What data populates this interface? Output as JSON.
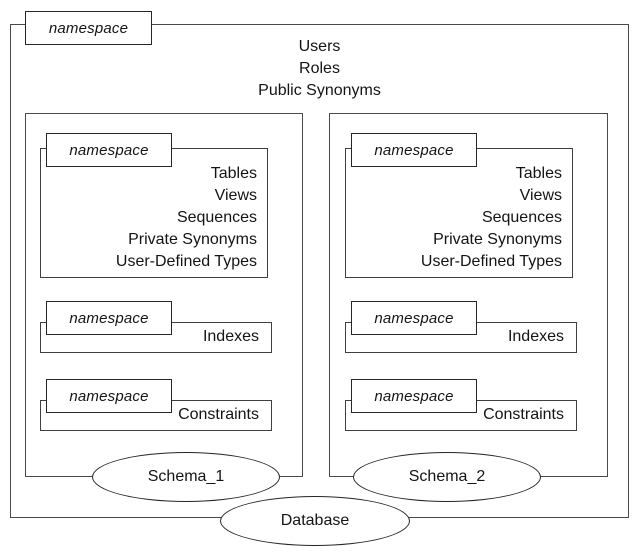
{
  "colors": {
    "line": "#3f3f3f",
    "tab_line": "#262626",
    "text": "#141414",
    "background": "#ffffff"
  },
  "outer_namespace": {
    "tab_label": "namespace",
    "items": [
      "Users",
      "Roles",
      "Public Synonyms"
    ]
  },
  "schemas": [
    {
      "name": "Schema_1",
      "groups": [
        {
          "tab_label": "namespace",
          "items": [
            "Tables",
            "Views",
            "Sequences",
            "Private Synonyms",
            "User-Defined Types"
          ]
        },
        {
          "tab_label": "namespace",
          "items": [
            "Indexes"
          ]
        },
        {
          "tab_label": "namespace",
          "items": [
            "Constraints"
          ]
        }
      ]
    },
    {
      "name": "Schema_2",
      "groups": [
        {
          "tab_label": "namespace",
          "items": [
            "Tables",
            "Views",
            "Sequences",
            "Private Synonyms",
            "User-Defined Types"
          ]
        },
        {
          "tab_label": "namespace",
          "items": [
            "Indexes"
          ]
        },
        {
          "tab_label": "namespace",
          "items": [
            "Constraints"
          ]
        }
      ]
    }
  ],
  "database_label": "Database"
}
